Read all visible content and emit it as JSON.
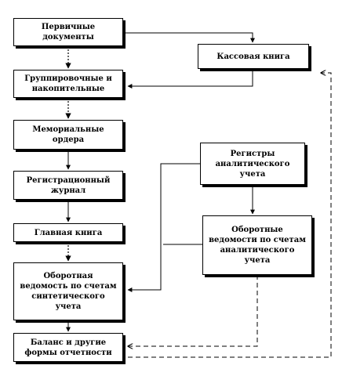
{
  "nodes": {
    "primary_docs": "Первичные\nдокументы",
    "cash_book": "Кассовая книга",
    "grouping": "Группировочные и\nнакопительные",
    "memorial": "Мемориальные\nордера",
    "registration": "Регистрационный\nжурнал",
    "general_ledger": "Главная книга",
    "turnover_synthetic": "Оборотная\nведомость по счетам\nсинтетического\nучета",
    "balance": "Баланс и другие\nформы отчетности",
    "registers_analytic": "Регистры\nаналитического\nучета",
    "turnover_analytic": "Оборотные\nведомости по счетам\nаналитического\nучета"
  },
  "colors": {
    "line": "#000000",
    "box_fill": "#ffffff",
    "shadow": "#000000"
  }
}
